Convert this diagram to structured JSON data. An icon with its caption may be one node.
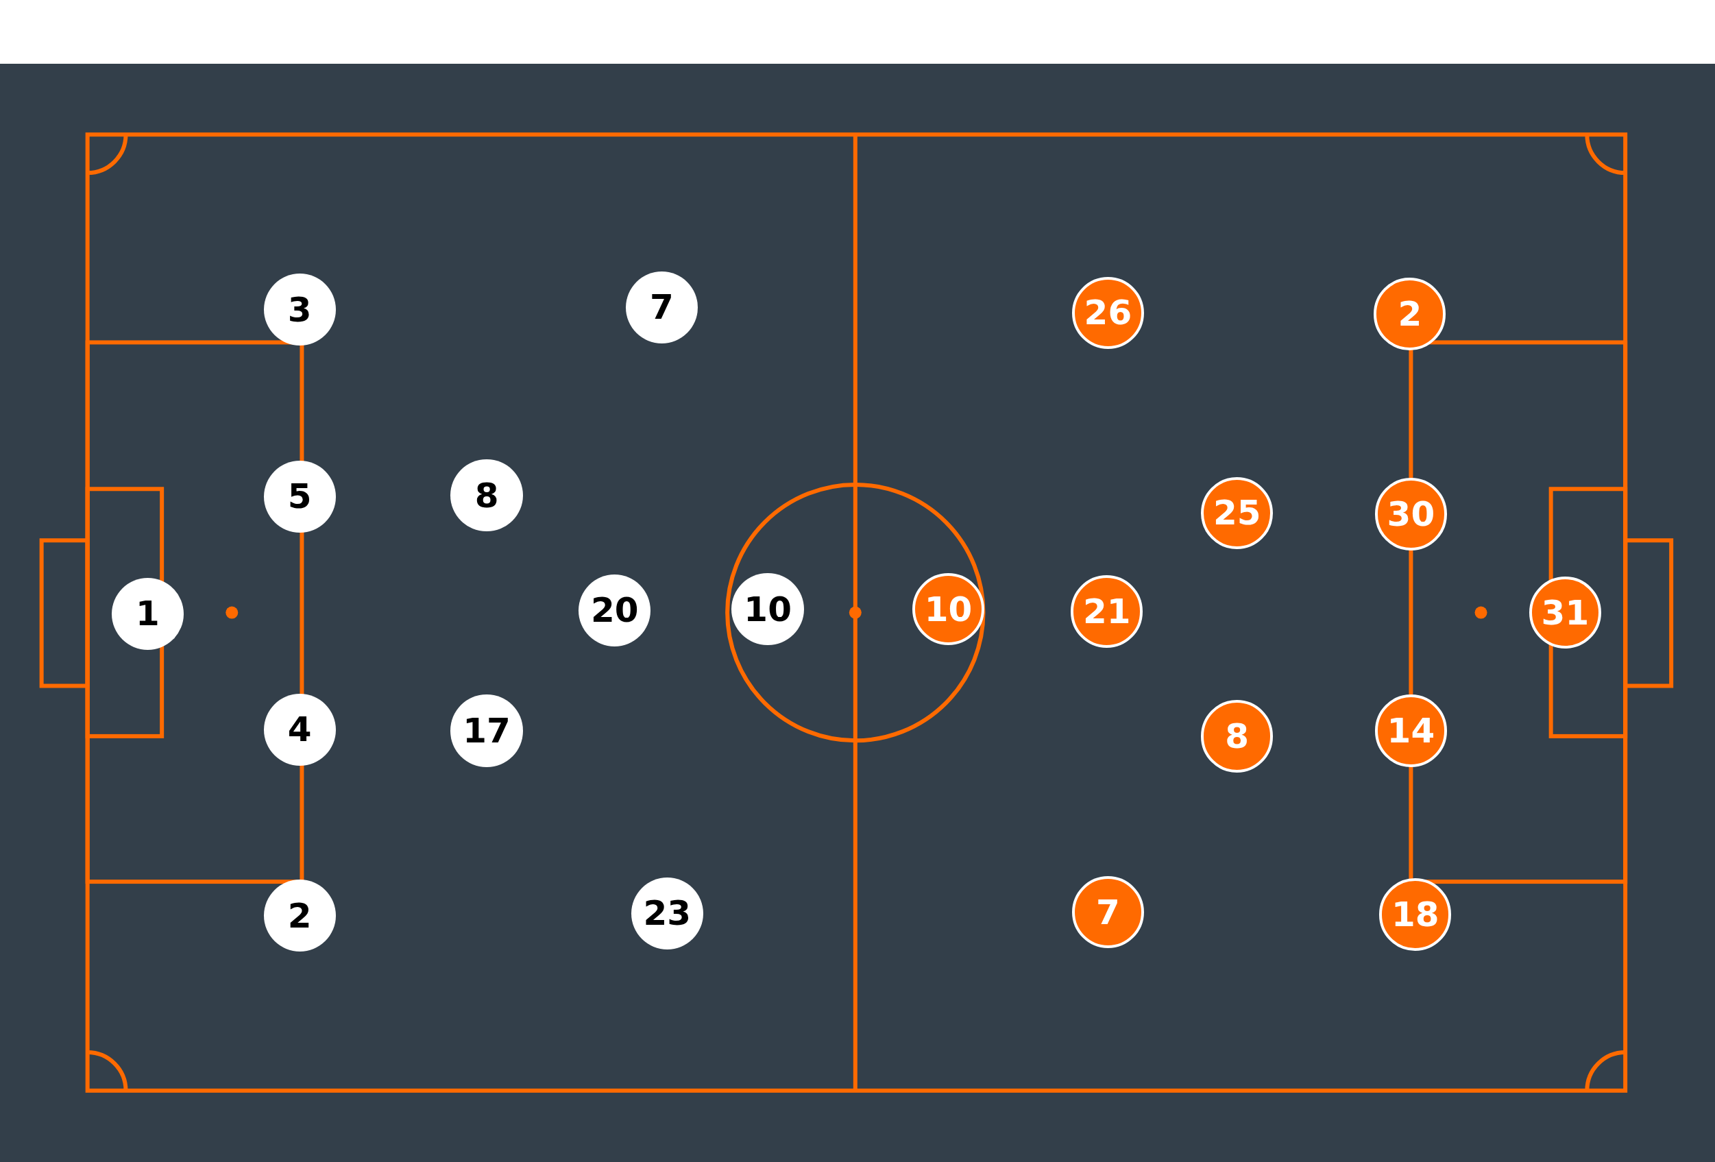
{
  "diagram": {
    "nodes": [
      {
        "text": [
          "1"
        ]
      },
      {
        "text": [
          "3"
        ]
      },
      {
        "text": [
          "5"
        ]
      },
      {
        "text": [
          "4"
        ]
      },
      {
        "text": [
          "2"
        ]
      },
      {
        "text": [
          "8"
        ]
      },
      {
        "text": [
          "17"
        ]
      },
      {
        "text": [
          "7"
        ]
      },
      {
        "text": [
          "20"
        ]
      },
      {
        "text": [
          "23"
        ]
      },
      {
        "text": [
          "10"
        ]
      },
      {
        "text": [
          "10"
        ]
      },
      {
        "text": [
          "26"
        ]
      },
      {
        "text": [
          "21"
        ]
      },
      {
        "text": [
          "7"
        ]
      },
      {
        "text": [
          "25"
        ]
      },
      {
        "text": [
          "8"
        ]
      },
      {
        "text": [
          "2"
        ]
      },
      {
        "text": [
          "30"
        ]
      },
      {
        "text": [
          "14"
        ]
      },
      {
        "text": [
          "18"
        ]
      },
      {
        "text": [
          "31"
        ]
      }
    ]
  }
}
